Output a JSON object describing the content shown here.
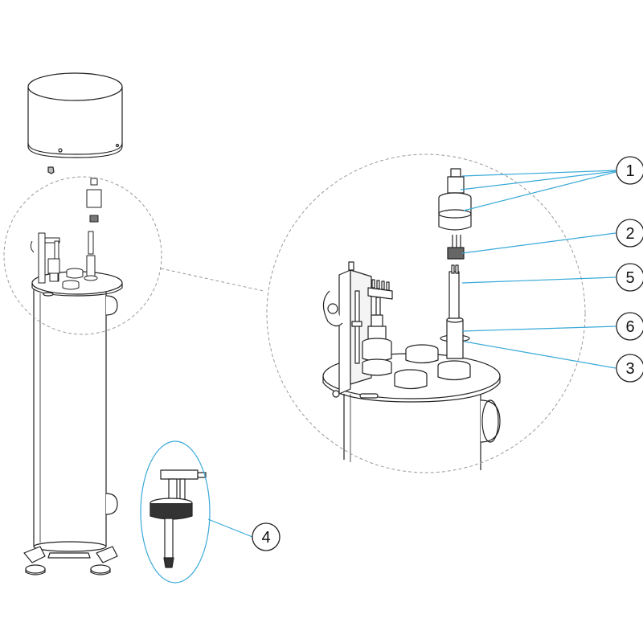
{
  "colors": {
    "line": "#222222",
    "leader": "#38a9d8",
    "zoom": "#9a9a9a",
    "cap": "#555555"
  },
  "callouts": [
    {
      "id": "1",
      "label": "1"
    },
    {
      "id": "2",
      "label": "2"
    },
    {
      "id": "5",
      "label": "5"
    },
    {
      "id": "6",
      "label": "6"
    },
    {
      "id": "3",
      "label": "3"
    },
    {
      "id": "4",
      "label": "4"
    }
  ]
}
